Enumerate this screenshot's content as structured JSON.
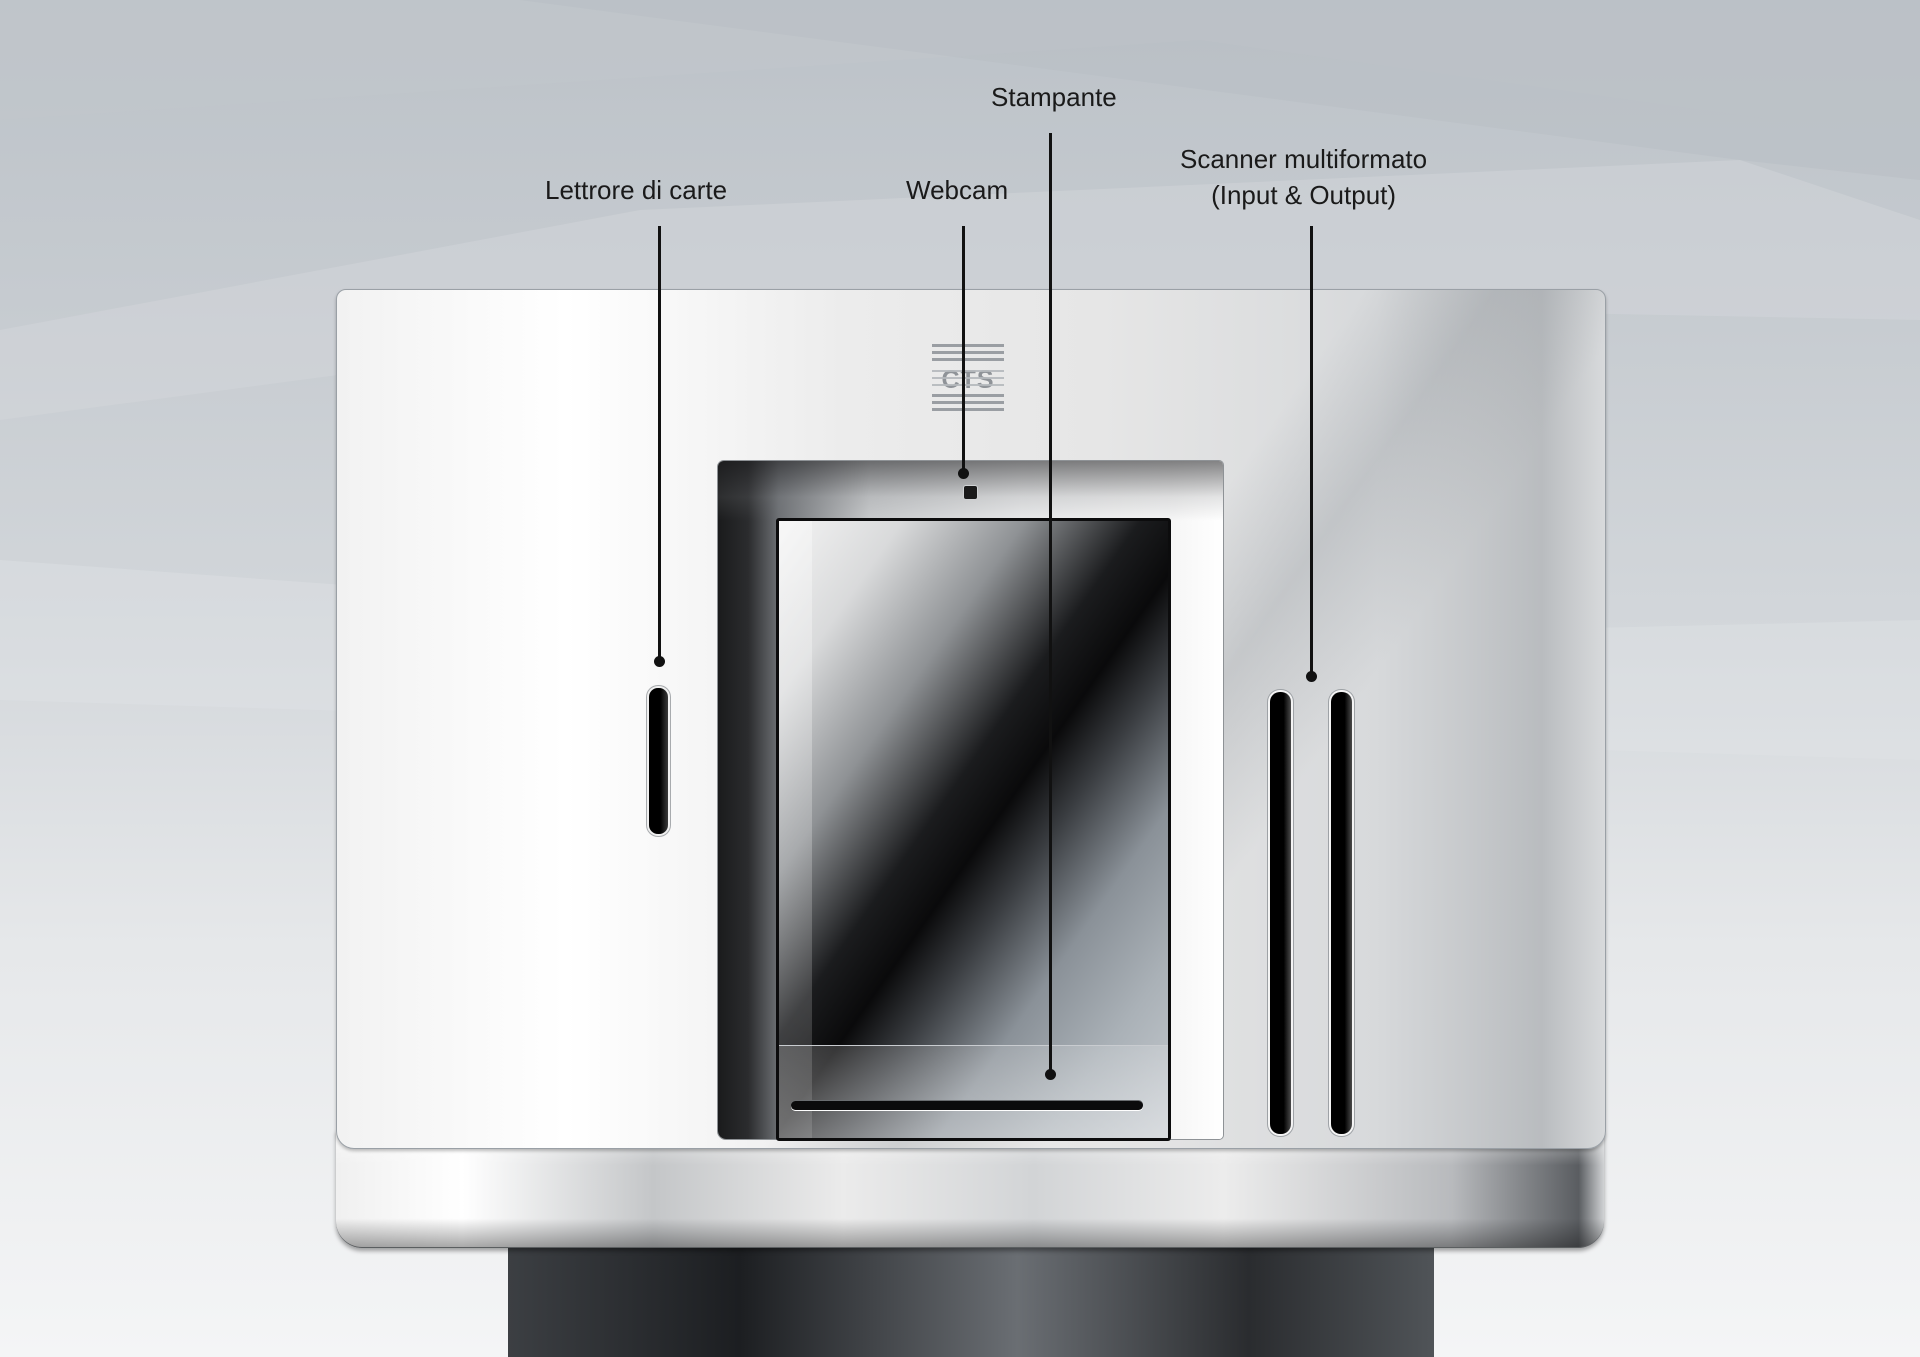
{
  "labels": {
    "card_reader": "Lettrore di carte",
    "webcam": "Webcam",
    "printer": "Stampante",
    "scanner_line1": "Scanner multiformato",
    "scanner_line2": "(Input & Output)"
  },
  "logo_text": "CTS",
  "colors": {
    "background": "#c6cbd0",
    "leader_line": "#111111",
    "kiosk_body": "#ececec",
    "slot": "#000000"
  }
}
